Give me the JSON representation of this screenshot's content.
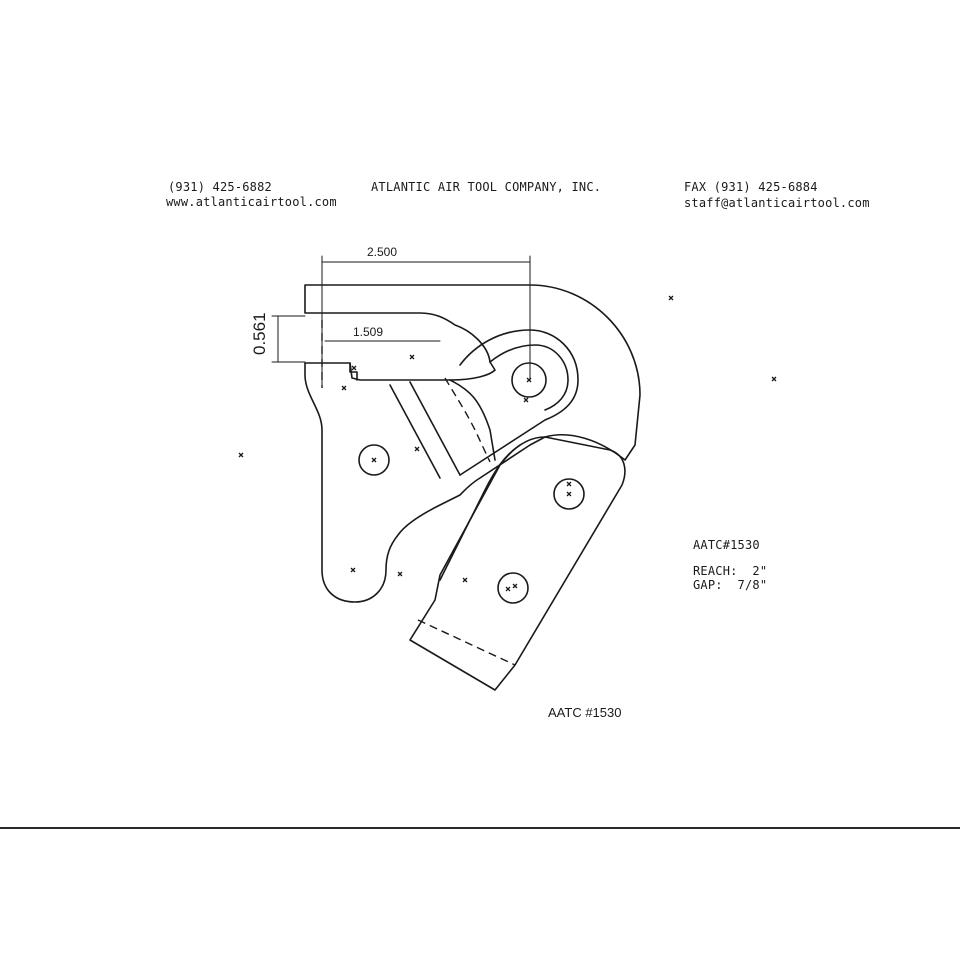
{
  "header": {
    "phone": "(931) 425-6882",
    "website": "www.atlanticairtool.com",
    "company": "ATLANTIC AIR TOOL COMPANY, INC.",
    "fax": "FAX (931) 425-6884",
    "email": "staff@atlanticairtool.com"
  },
  "dimensions": {
    "overall_width": "2.500",
    "inner_width": "1.509",
    "opening_height": "0.561"
  },
  "specs": {
    "part_number": "AATC#1530",
    "reach": "REACH:  2\"",
    "gap": "GAP:  7/8\""
  },
  "footer": {
    "part_label": "AATC #1530"
  },
  "colors": {
    "line": "#1a1a1a",
    "background": "#ffffff"
  }
}
